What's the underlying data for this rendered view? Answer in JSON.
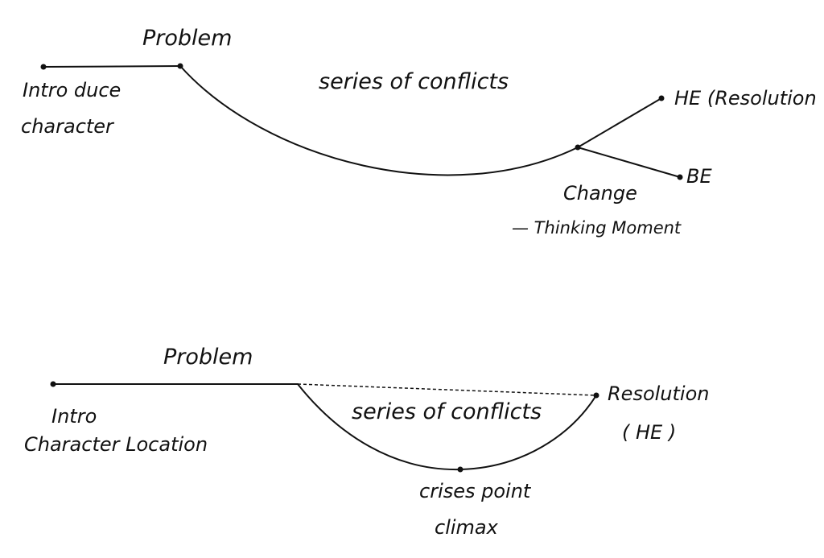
{
  "diagram1": {
    "start_label": [
      "Intro duce",
      "character"
    ],
    "problem_label": "Problem",
    "conflicts_label": "series of conflicts",
    "he_label": "HE (Resolution",
    "be_label": "BE",
    "change_label": "Change",
    "thinking_label": "— Thinking Moment"
  },
  "diagram2": {
    "problem_label": "Problem",
    "start_label": [
      "Intro",
      "Character Location"
    ],
    "conflicts_label": "series of conflicts",
    "resolution_label": "Resolution",
    "he_label": "( HE )",
    "crisis_label": "crises point",
    "climax_label": "climax"
  }
}
